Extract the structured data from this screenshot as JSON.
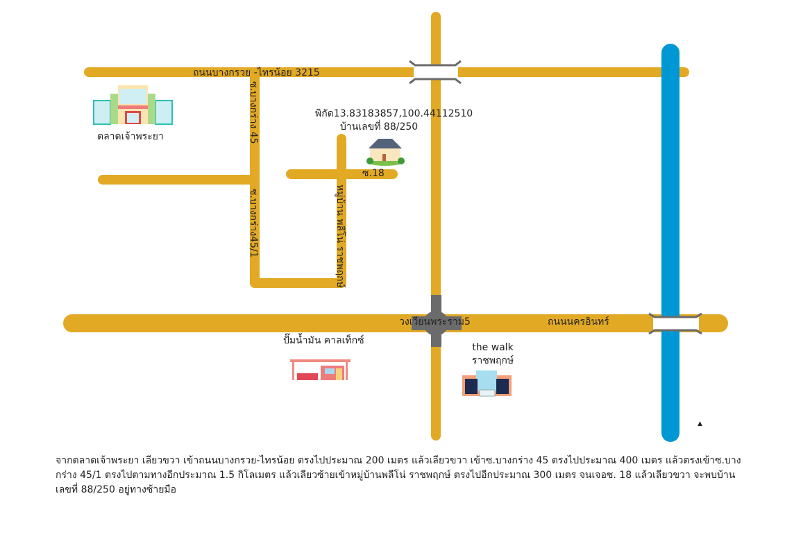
{
  "colors": {
    "road": "#E2A925",
    "river": "#0098D4",
    "junction": "#6B6B6B"
  },
  "roads": {
    "top": "ถนนบางกรวย -ไทรน้อย 3215",
    "bottom": "ถนนนครอินทร์",
    "roundabout": "วงเวียนพระราม5",
    "soi45": "ซ.บางกร่าง 45",
    "soi45_1": "ซ.บางกร่าง45/1",
    "village": "หมู่บ้าน พลีโน่ ราชพฤกษ์",
    "soi18": "ซ.18"
  },
  "places": {
    "market": "ตลาดเจ้าพระยา",
    "coords": "พิกัด13.83183857,100.44112510",
    "house": "บ้านเลขที่ 88/250",
    "gas_station": "ปั๊มน้ำมัน คาลเท็กซ์",
    "mall_line1": "the walk",
    "mall_line2": "ราชพฤกษ์"
  },
  "north_marker": "▲",
  "directions": "จากตลาดเจ้าพระยา เลียวขวา เข้าถนนบางกรวย-ไทรน้อย ตรงไปประมาณ 200 เมตร แล้วเลียวขวา เข้าซ.บางกร่าง 45 ตรงไปประมาณ 400 เมตร แล้วตรงเข้าซ.บางกร่าง 45/1 ตรงไปตามทางอีกประมาณ 1.5 กิโลเมตร แล้วเลียวซ้ายเข้าหมู่บ้านพลีโน่ ราชพฤกษ์ ตรงไปอีกประมาณ 300 เมตร จนเจอซ. 18 แล้วเลียวขวา จะพบบ้านเลขที่ 88/250 อยู่ทางซ้ายมือ"
}
